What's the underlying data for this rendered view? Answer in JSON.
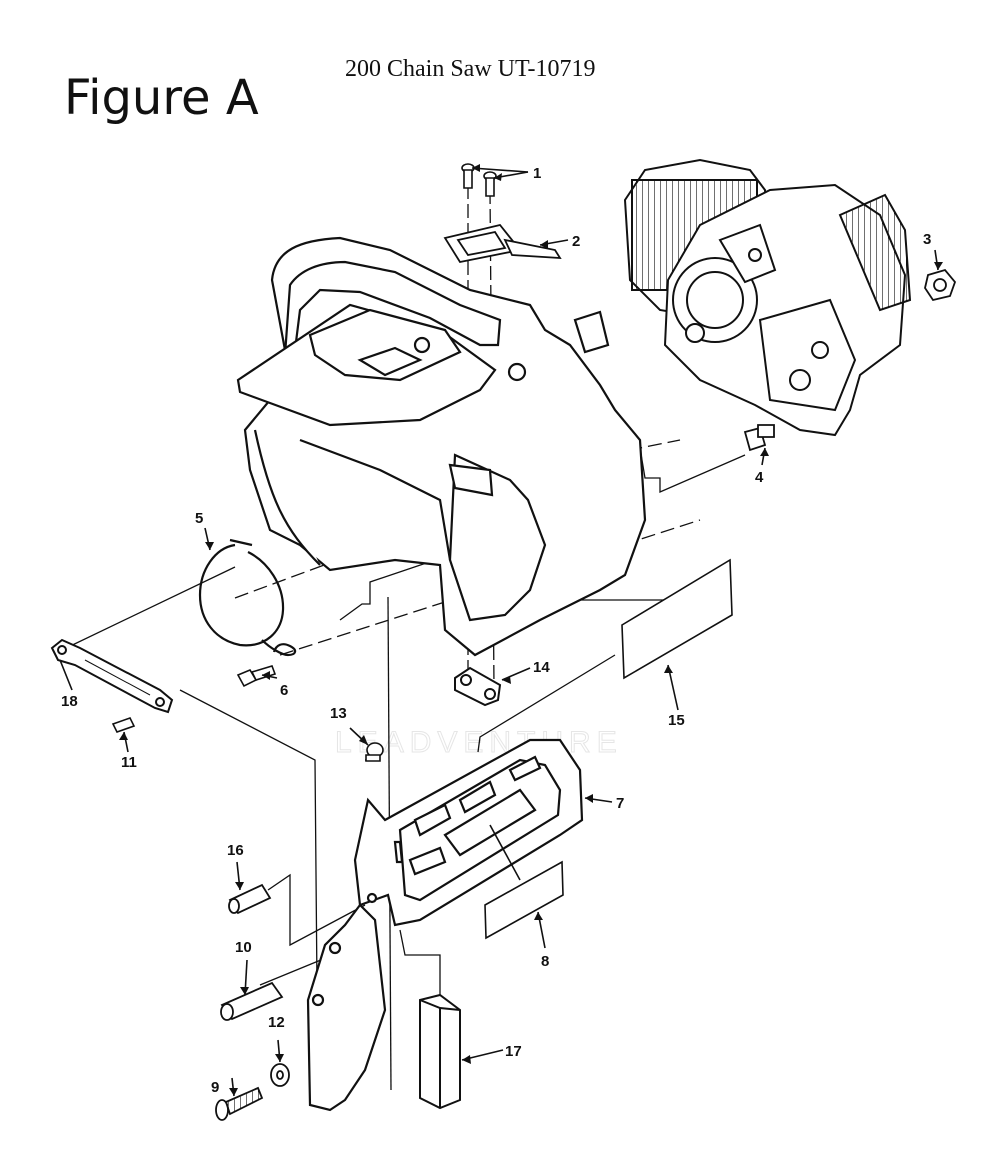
{
  "figure_label": "Figure A",
  "document_title": "200 Chain Saw UT-10719",
  "watermark": "LEADVENTURE",
  "callouts": [
    {
      "id": "c1",
      "label": "1",
      "part": "screw"
    },
    {
      "id": "c2",
      "label": "2",
      "part": "latch"
    },
    {
      "id": "c3",
      "label": "3",
      "part": "nut"
    },
    {
      "id": "c4",
      "label": "4",
      "part": "bolt"
    },
    {
      "id": "c5",
      "label": "5",
      "part": "spring"
    },
    {
      "id": "c6",
      "label": "6",
      "part": "screw"
    },
    {
      "id": "c7",
      "label": "7",
      "part": "cover"
    },
    {
      "id": "c8",
      "label": "8",
      "part": "decal"
    },
    {
      "id": "c9",
      "label": "9",
      "part": "screw"
    },
    {
      "id": "c10",
      "label": "10",
      "part": "pin"
    },
    {
      "id": "c11",
      "label": "11",
      "part": "pin"
    },
    {
      "id": "c12",
      "label": "12",
      "part": "washer"
    },
    {
      "id": "c13",
      "label": "13",
      "part": "grommet"
    },
    {
      "id": "c14",
      "label": "14",
      "part": "plate"
    },
    {
      "id": "c15",
      "label": "15",
      "part": "decal"
    },
    {
      "id": "c16",
      "label": "16",
      "part": "pin"
    },
    {
      "id": "c17",
      "label": "17",
      "part": "foam"
    },
    {
      "id": "c18",
      "label": "18",
      "part": "lever"
    }
  ]
}
